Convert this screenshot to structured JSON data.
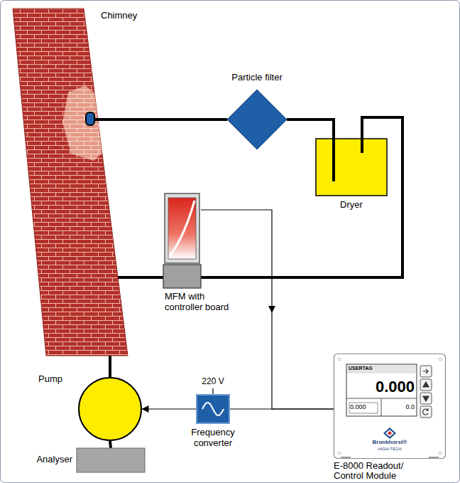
{
  "diagram": {
    "nodes": [
      {
        "text": [
          "Chimney"
        ]
      },
      {
        "text": [
          "Particle filter"
        ]
      },
      {
        "text": [
          "Dryer"
        ]
      },
      {
        "text": [
          "MFM with controller board"
        ]
      },
      {
        "text": [
          "Pump"
        ]
      },
      {
        "text": [
          "Analyser"
        ]
      },
      {
        "text": [
          "Frequency converter"
        ]
      },
      {
        "text": [
          "E-8000 Readout/ Control Module"
        ]
      }
    ],
    "edges": [
      {
        "from": 0,
        "to": 1,
        "arrow": "none"
      },
      {
        "from": 1,
        "to": 2,
        "arrow": "none"
      },
      {
        "from": 2,
        "to": 3,
        "arrow": "none"
      },
      {
        "from": 3,
        "to": 4,
        "arrow": "none"
      },
      {
        "from": 4,
        "to": 5,
        "arrow": "none"
      },
      {
        "from": 3,
        "to": 7,
        "arrow": "to"
      },
      {
        "from": 7,
        "to": 6,
        "arrow": "none"
      },
      {
        "from": 6,
        "to": 4,
        "arrow": "to"
      }
    ],
    "labels": [
      "220 V",
      "USERTAG",
      "0.000",
      "0.000",
      "0.0",
      "Bronkhorst®",
      "HIGH-TECH"
    ]
  }
}
